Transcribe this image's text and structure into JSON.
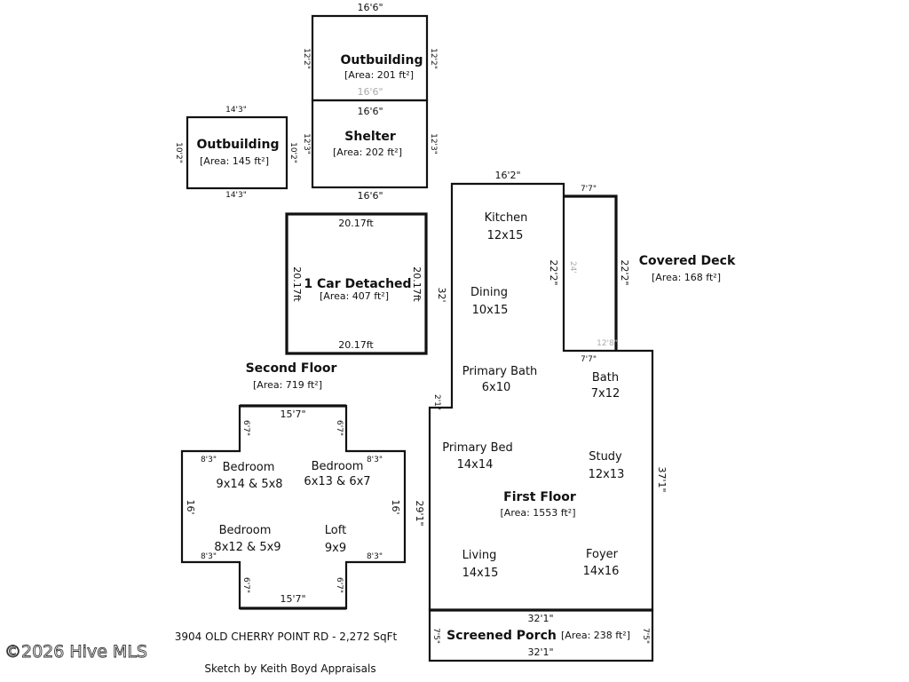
{
  "outbuilding_top": {
    "title": "Outbuilding",
    "area": "[Area: 201 ft²]",
    "dim_top": "16'6\"",
    "dim_bottom": "16'6\"",
    "dim_left": "12'2\"",
    "dim_right": "12'2\""
  },
  "shelter": {
    "title": "Shelter",
    "area": "[Area: 202 ft²]",
    "dim_top": "16'6\"",
    "dim_bottom": "16'6\"",
    "dim_left": "12'3\"",
    "dim_right": "12'3\""
  },
  "outbuilding_left": {
    "title": "Outbuilding",
    "area": "[Area: 145 ft²]",
    "dim_top": "14'3\"",
    "dim_bottom": "14'3\"",
    "dim_left": "10'2\"",
    "dim_right": "10'2\""
  },
  "garage": {
    "title": "1 Car Detached",
    "area": "[Area: 407 ft²]",
    "dim_top": "20.17ft",
    "dim_bottom": "20.17ft",
    "dim_left": "20.17ft",
    "dim_right": "20.17ft"
  },
  "second_floor": {
    "title": "Second Floor",
    "area": "[Area: 719 ft²]",
    "dim_top": "15'7\"",
    "dim_bottom": "15'7\"",
    "dim_left": "16'",
    "dim_right": "16'",
    "dim_arm": "8'3\"",
    "dim_notch": "6'7\"",
    "rooms": [
      {
        "name": "Bedroom",
        "size": "9x14 & 5x8"
      },
      {
        "name": "Bedroom",
        "size": "6x13 & 6x7"
      },
      {
        "name": "Bedroom",
        "size": "8x12 & 5x9"
      },
      {
        "name": "Loft",
        "size": "9x9"
      }
    ]
  },
  "first_floor": {
    "title": "First Floor",
    "area": "[Area: 1553 ft²]",
    "dim_top": "16'2\"",
    "dim_left_upper": "32'",
    "dim_left_lower": "29'1\"",
    "dim_right": "37'1\"",
    "dim_inner": "22'2\"",
    "dim_step": "7'7\"",
    "dim_small": "2'1\"",
    "rooms": [
      {
        "name": "Kitchen",
        "size": "12x15"
      },
      {
        "name": "Dining",
        "size": "10x15"
      },
      {
        "name": "Primary Bath",
        "size": "6x10"
      },
      {
        "name": "Bath",
        "size": "7x12"
      },
      {
        "name": "Primary Bed",
        "size": "14x14"
      },
      {
        "name": "Study",
        "size": "12x13"
      },
      {
        "name": "Living",
        "size": "14x15"
      },
      {
        "name": "Foyer",
        "size": "14x16"
      }
    ]
  },
  "covered_deck": {
    "title": "Covered Deck",
    "area": "[Area: 168 ft²]",
    "dim_top": "7'7\"",
    "dim_right": "22'2\"",
    "dim_inner": "24'",
    "dim_bottom_gray": "12'8\""
  },
  "screened_porch": {
    "title": "Screened Porch",
    "area": "[Area: 238 ft²]",
    "dim_top": "32'1\"",
    "dim_bottom": "32'1\"",
    "dim_side": "7'5\""
  },
  "footer": {
    "address": "3904 OLD CHERRY POINT RD - 2,272 SqFt",
    "credit": "Sketch by Keith Boyd Appraisals"
  },
  "watermark": "©2026 Hive MLS"
}
